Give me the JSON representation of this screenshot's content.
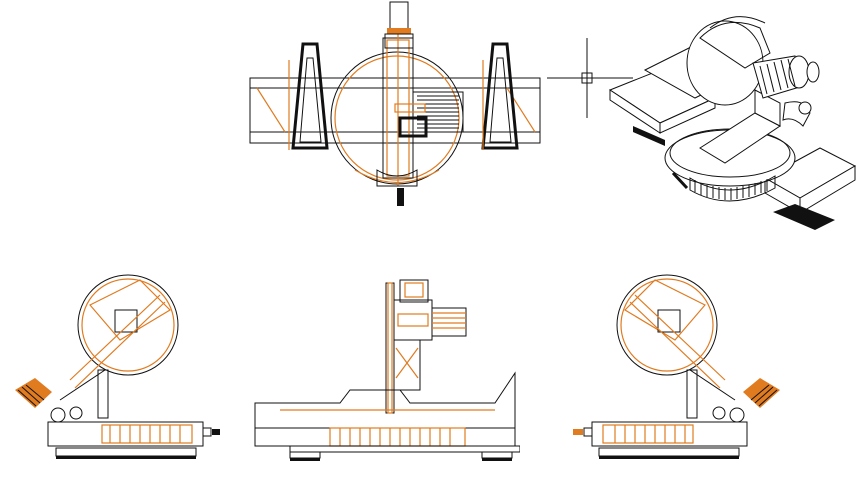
{
  "drawing": {
    "views": [
      "top-view",
      "isometric-view",
      "left-side-view",
      "front-view",
      "right-side-view"
    ],
    "colors": {
      "line": "#111111",
      "accent": "#e07b20",
      "background": "#ffffff"
    },
    "icons": [
      "crosshair-cursor-icon"
    ]
  }
}
